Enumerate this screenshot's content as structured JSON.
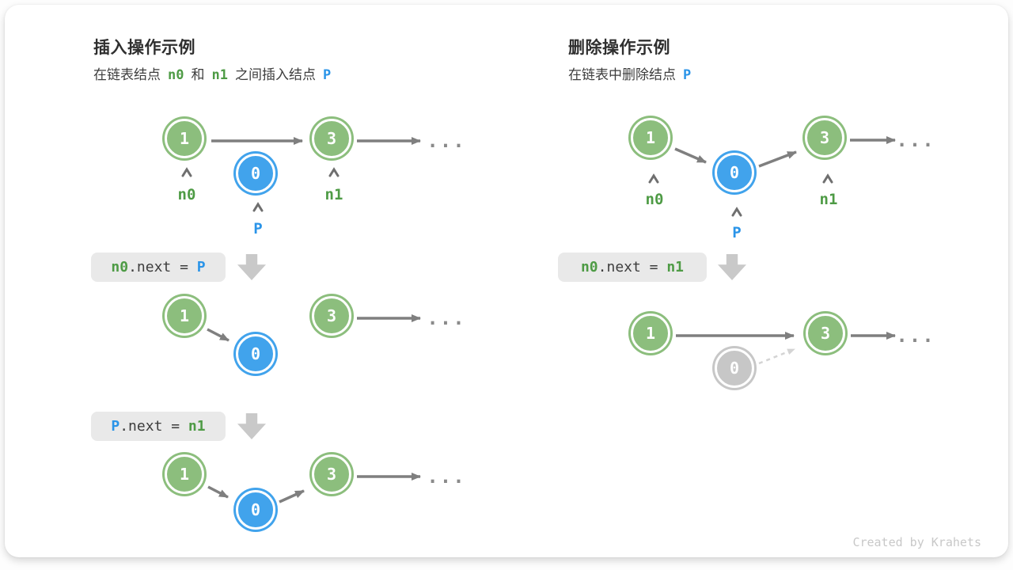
{
  "insert": {
    "title": "插入操作示例",
    "subtitle": {
      "pre": "在链表结点",
      "n0": "n0",
      "and": "和",
      "n1": "n1",
      "post": "之间插入结点",
      "p": "P"
    },
    "labels": {
      "n0": "n0",
      "n1": "n1",
      "p": "P"
    },
    "code1": {
      "lhs": "n0",
      "mid": ".next = ",
      "rhs": "P"
    },
    "code2": {
      "lhs": "P",
      "mid": ".next = ",
      "rhs": "n1"
    }
  },
  "delete": {
    "title": "删除操作示例",
    "subtitle": {
      "pre": "在链表中删除结点",
      "p": "P"
    },
    "labels": {
      "n0": "n0",
      "n1": "n1",
      "p": "P"
    },
    "code1": {
      "lhs": "n0",
      "mid": ".next = ",
      "rhs": "n1"
    }
  },
  "values": {
    "one": "1",
    "zero": "0",
    "three": "3"
  },
  "glyphs": {
    "ellipsis": "..."
  },
  "footer": {
    "credit": "Created by Krahets"
  },
  "colors": {
    "green_node": "#8CBE7D",
    "blue_node": "#41A3EC",
    "gray_node": "#C7C7C7",
    "green_text": "#4E9B45",
    "blue_text": "#2A94E8",
    "arrow": "#7F7F7F",
    "arrow_faded": "#D4D4D4",
    "code_bg": "#E9E9E9",
    "block_arrow": "#C9C9C9",
    "dots": "#8A8A8A",
    "credit": "#C8C8C8",
    "caret": "#6F6F6F"
  }
}
